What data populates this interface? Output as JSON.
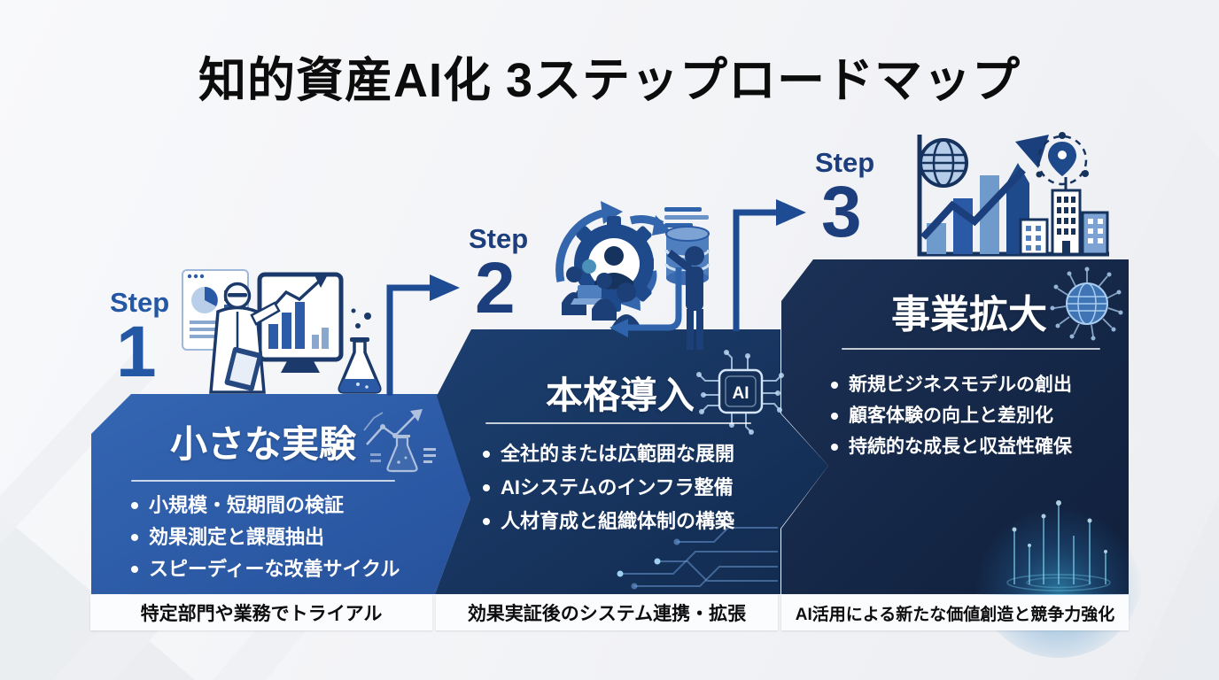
{
  "title": "知的資産AI化 3ステップロードマップ",
  "colors": {
    "panel_step1": "#2c5ba8",
    "panel_step2": "#17365f",
    "panel_step3": "#152a4b",
    "step_label_blue": "#1d3e7d",
    "connector_arrow": "#1d4c95",
    "caption_bg": "#fbfcfe",
    "title_text": "#0c0c0c"
  },
  "steps": [
    {
      "label": "Step",
      "number": "1",
      "panel_title": "小さな実験",
      "bullets": [
        "小規模・短期間の検証",
        "効果測定と課題抽出",
        "スピーディーな改善サイクル"
      ],
      "caption": "特定部門や業務でトライアル",
      "illustration": "scientist-monitor-flask",
      "panel_icon": "sketch-chart-flask-icon"
    },
    {
      "label": "Step",
      "number": "2",
      "panel_title": "本格導入",
      "bullets": [
        "全社的または広範囲な展開",
        "AIシステムのインフラ整備",
        "人材育成と組織体制の構築"
      ],
      "caption": "効果実証後のシステム連携・拡張",
      "illustration": "gear-team-database",
      "panel_icon": "ai-chip-icon",
      "chip_label": "AI"
    },
    {
      "label": "Step",
      "number": "3",
      "panel_title": "事業拡大",
      "bullets": [
        "新規ビジネスモデルの創出",
        "顧客体験の向上と差別化",
        "持続的な成長と収益性確保"
      ],
      "caption": "AI活用による新たな価値創造と競争力強化",
      "illustration": "growth-globe-buildings",
      "panel_icon": "globe-network-icon"
    }
  ]
}
